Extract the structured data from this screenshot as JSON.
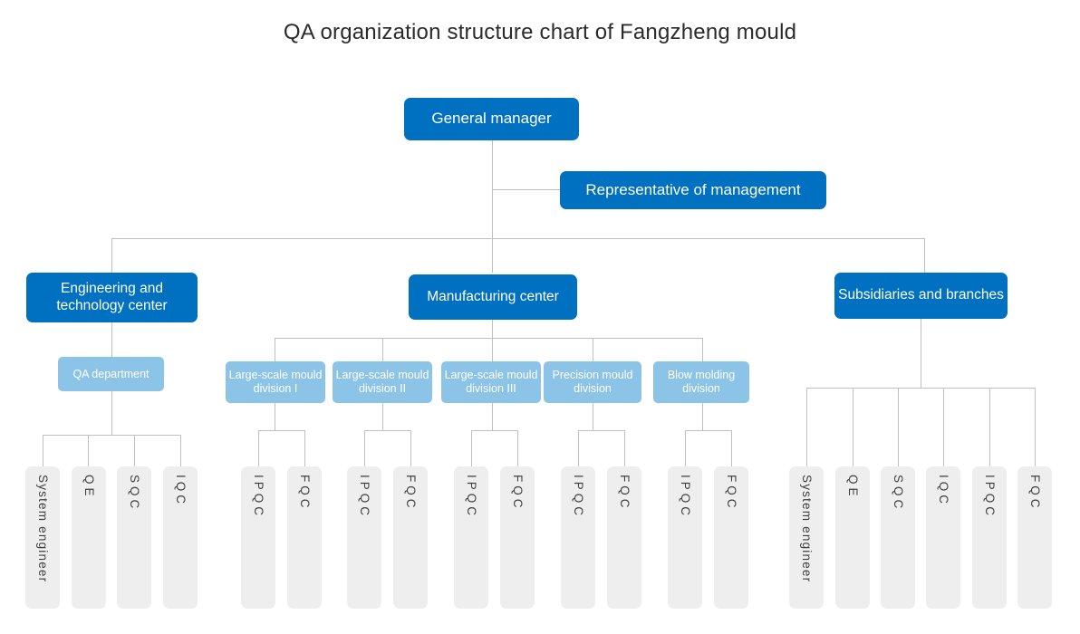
{
  "title": "QA organization structure chart of Fangzheng mould",
  "colors": {
    "primary_blue": "#0070C0",
    "light_blue": "#8CC4E8",
    "leaf_gray": "#eeeeee",
    "connector": "#bfbfbf",
    "title_text": "#2b2b2b",
    "leaf_text": "#3f3f3f"
  },
  "chart_data": {
    "type": "diagram",
    "diagram_type": "organization-chart",
    "title": "QA organization structure chart of Fangzheng mould",
    "levels": 4,
    "node_count": 30
  },
  "nodes": {
    "general_manager": "General manager",
    "representative_of_management": "Representative of management",
    "engineering_and_technology_center": "Engineering and technology center",
    "manufacturing_center": "Manufacturing center",
    "subsidiaries_and_branches": "Subsidiaries and branches",
    "qa_department": "QA department",
    "division_1": "Large-scale mould division I",
    "division_2": "Large-scale mould division II",
    "division_3": "Large-scale mould division III",
    "division_4": "Precision mould division",
    "division_5": "Blow molding division"
  },
  "leaves": {
    "qa_dept": [
      {
        "label": "System engineer"
      },
      {
        "label": "QE"
      },
      {
        "label": "SQC"
      },
      {
        "label": "IQC"
      }
    ],
    "division_1": [
      {
        "label": "IPQC"
      },
      {
        "label": "FQC"
      }
    ],
    "division_2": [
      {
        "label": "IPQC"
      },
      {
        "label": "FQC"
      }
    ],
    "division_3": [
      {
        "label": "IPQC"
      },
      {
        "label": "FQC"
      }
    ],
    "division_4": [
      {
        "label": "IPQC"
      },
      {
        "label": "FQC"
      }
    ],
    "division_5": [
      {
        "label": "IPQC"
      },
      {
        "label": "FQC"
      }
    ],
    "subsidiaries": [
      {
        "label": "System engineer"
      },
      {
        "label": "QE"
      },
      {
        "label": "SQC"
      },
      {
        "label": "IQC"
      },
      {
        "label": "IPQC"
      },
      {
        "label": "FQC"
      }
    ]
  }
}
